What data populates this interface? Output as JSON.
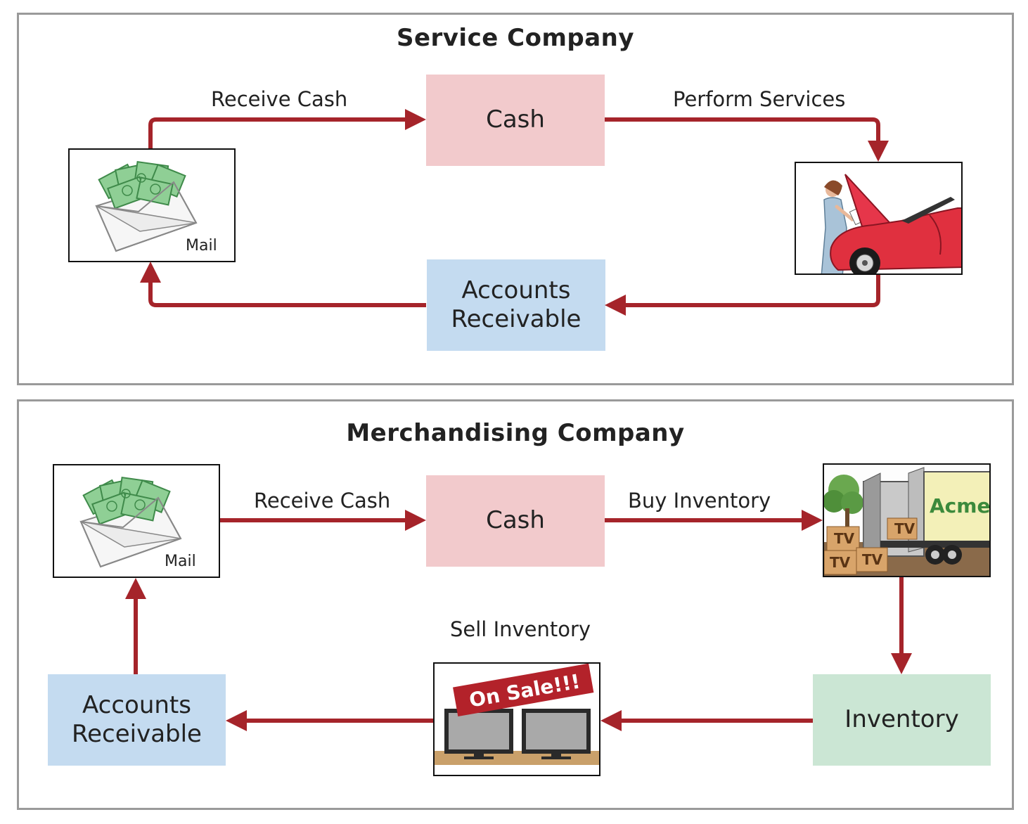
{
  "colors": {
    "arrow": "#a5242a",
    "cash_fill": "#f2cacc",
    "receivable_fill": "#c4dbf0",
    "inventory_fill": "#cbe6d4",
    "panel_border": "#9a9a9a"
  },
  "service": {
    "title": "Service Company",
    "cash": "Cash",
    "receivable_line1": "Accounts",
    "receivable_line2": "Receivable",
    "receive_cash": "Receive Cash",
    "perform_services": "Perform Services",
    "mail": "Mail",
    "mail_icon": "mail-envelope-money-icon",
    "service_icon": "mechanic-car-icon"
  },
  "merch": {
    "title": "Merchandising Company",
    "cash": "Cash",
    "receivable_line1": "Accounts",
    "receivable_line2": "Receivable",
    "inventory": "Inventory",
    "receive_cash": "Receive Cash",
    "buy_inventory": "Buy Inventory",
    "sell_inventory": "Sell Inventory",
    "mail": "Mail",
    "truck_brand": "Acme",
    "box_label": "TV",
    "sale_banner": "On Sale!!!",
    "mail_icon": "mail-envelope-money-icon",
    "truck_icon": "delivery-truck-icon",
    "sale_icon": "tv-sale-icon"
  }
}
